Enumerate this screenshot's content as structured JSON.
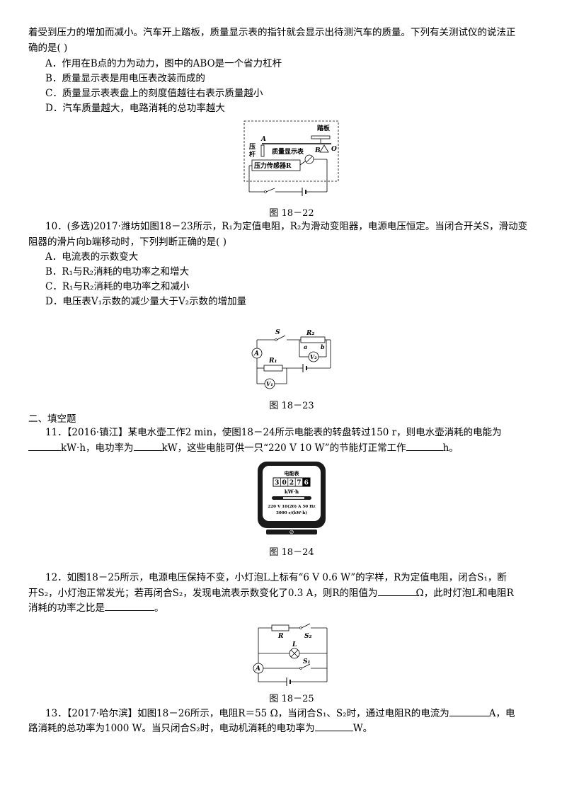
{
  "q9": {
    "line1": "着受到压力的增加而减小。汽车开上踏板，质量显示表的指针就会显示出待测汽车的质量。下列有关测试仪的说法正",
    "line2": "确的是(      )",
    "options": [
      "A．作用在B点的力为动力，图中的ABO是一个省力杠杆",
      "B．质量显示表是用电压表改装而成的",
      "C．质量显示表表盘上的刻度值越往右表示质量越小",
      "D．汽车质量越大，电路消耗的总功率越大"
    ],
    "figure": {
      "caption": "图 18－22",
      "label_pedal": "踏板",
      "label_press1": "压",
      "label_press2": "杆",
      "label_display": "质量显示表",
      "label_sensor": "压力传感器R",
      "label_A": "A",
      "label_B": "B",
      "label_O": "O"
    }
  },
  "q10": {
    "line1": "10．(多选)2017·潍坊如图18－23所示，R₁为定值电阻，R₂为滑动变阻器，电源电压恒定。当闭合开关S，滑动变",
    "line2": "阻器的滑片向b端移动时，下列判断正确的是(      )",
    "options": [
      "A．电流表的示数变大",
      "B．R₁与R₂消耗的电功率之和增大",
      "C．R₁与R₂消耗的电功率之和减小",
      "D．电压表V₁示数的减少量大于V₂示数的增加量"
    ],
    "figure": {
      "caption": "图 18－23",
      "label_S": "S",
      "label_R2": "R₂",
      "label_a": "a",
      "label_b": "b",
      "label_A": "A",
      "label_V2": "V₂",
      "label_R1": "R₁",
      "label_V1": "V₁"
    }
  },
  "section2": {
    "title": "二、填空题"
  },
  "q11": {
    "line1": "11．【2016·镇江】某电水壶工作2 min，使图18－24所示电能表的转盘转过150 r，则电水壶消耗的电能为",
    "line2_a": "kW·h，电功率为",
    "line2_b": "kW，这些电能可供一只“220 V    10 W”的节能灯正常工作",
    "line2_c": "h。",
    "figure": {
      "caption": "图 18－24",
      "meter_title": "电能表",
      "digits": [
        "3",
        "0",
        "2",
        "7",
        "6"
      ],
      "unit": "kW·h",
      "spec1": "220 V 10(20) A 50 Hz",
      "spec2": "3000 r/(kW·h)"
    }
  },
  "q12": {
    "line1": "12．如图18－25所示，电源电压保持不变，小灯泡L上标有“6 V    0.6 W”的字样，R为定值电阻，闭合S₁，断",
    "line2_a": "开S₂，小灯泡正常发光；若再闭合S₂，发现电流表示数变化了0.3 A，则R的阻值为",
    "line2_b": "Ω，此时灯泡L和电阻R",
    "line3_a": "消耗的功率之比是",
    "line3_b": "。",
    "figure": {
      "caption": "图 18－25",
      "label_R": "R",
      "label_S2": "S₂",
      "label_L": "L",
      "label_A": "A",
      "label_S1": "S₁"
    }
  },
  "q13": {
    "line1_a": "13．【2017·哈尔滨】如图18－26所示，电阻R＝55 Ω，当闭合S₁、S₂时，通过电阻R的电流为",
    "line1_b": "A，电",
    "line2_a": "路消耗的总功率为1000 W。当只闭合S₂时，电动机消耗的电功率为",
    "line2_b": "W。"
  }
}
